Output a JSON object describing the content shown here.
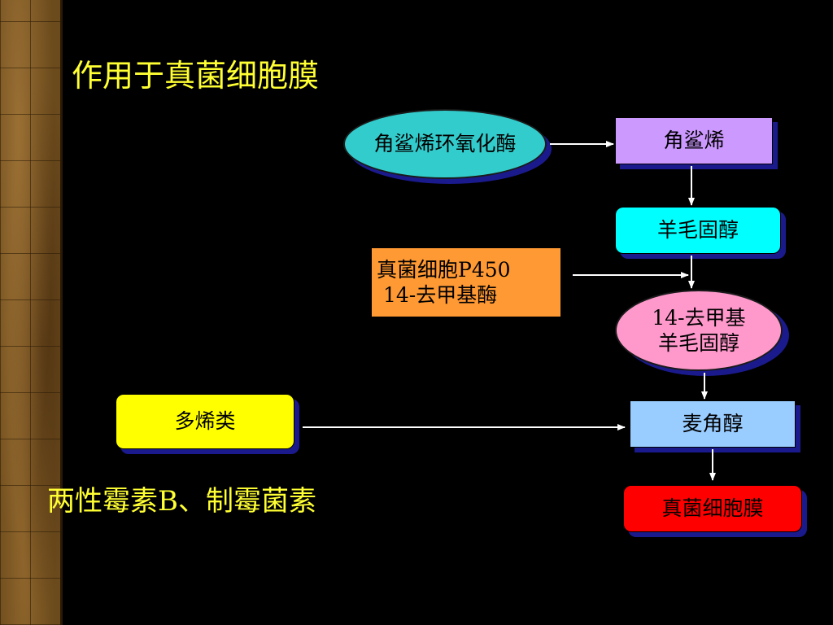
{
  "title": "作用于真菌细胞膜",
  "nodes": {
    "squalene_epoxidase": "角鲨烯环氧化酶",
    "squalene": "角鲨烯",
    "lanosterol": "羊毛固醇",
    "p450_line1": "真菌细胞P450",
    "p450_line2": " 14-去甲基酶",
    "demethyl_line1": "14-去甲基",
    "demethyl_line2": "羊毛固醇",
    "polyenes": "多烯类",
    "ergosterol": "麦角醇",
    "membrane": "真菌细胞膜"
  },
  "note": "两性霉素B、制霉菌素",
  "colors": {
    "background": "#000000",
    "title_text": "#ffff33",
    "oval_cyan": "#33cccc",
    "squalene_purple": "#cc99ff",
    "lanosterol_cyan": "#00ffff",
    "p450_orange": "#ff9933",
    "demethyl_pink": "#ff99cc",
    "polyene_yellow": "#ffff00",
    "ergosterol_blue": "#99ccff",
    "membrane_red": "#ff0000"
  }
}
